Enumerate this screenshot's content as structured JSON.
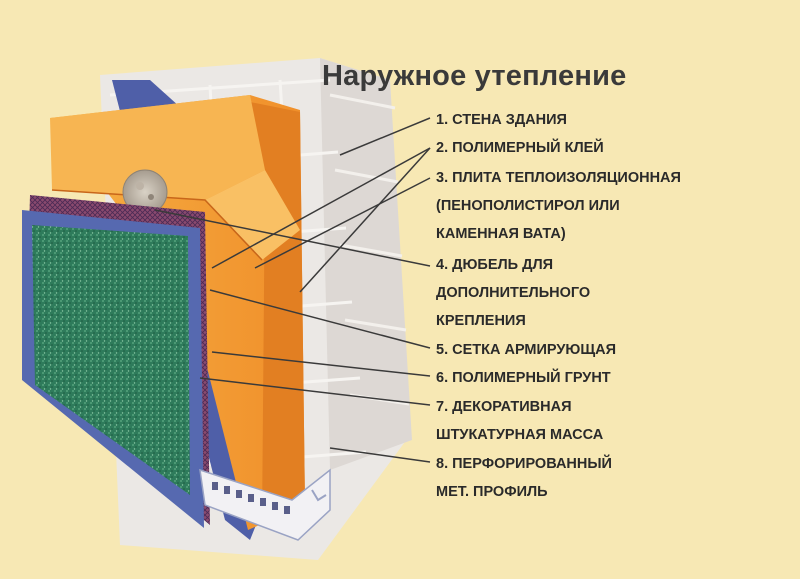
{
  "title": "Наружное утепление",
  "legend": [
    {
      "lines": [
        "1. СТЕНА ЗДАНИЯ"
      ]
    },
    {
      "lines": [
        "2. ПОЛИМЕРНЫЙ КЛЕЙ"
      ]
    },
    {
      "lines": [
        "3. ПЛИТА ТЕПЛОИЗОЛЯЦИОННАЯ",
        "(ПЕНОПОЛИСТИРОЛ ИЛИ",
        "КАМЕННАЯ ВАТА)"
      ]
    },
    {
      "lines": [
        "4. ДЮБЕЛЬ ДЛЯ",
        "ДОПОЛНИТЕЛЬНОГО",
        "КРЕПЛЕНИЯ"
      ]
    },
    {
      "lines": [
        "5. СЕТКА АРМИРУЮЩАЯ"
      ]
    },
    {
      "lines": [
        "6. ПОЛИМЕРНЫЙ ГРУНТ"
      ]
    },
    {
      "lines": [
        "7. ДЕКОРАТИВНАЯ",
        "ШТУКАТУРНАЯ МАССА"
      ]
    },
    {
      "lines": [
        "8. ПЕРФОРИРОВАННЫЙ",
        "МЕТ. ПРОФИЛЬ"
      ]
    }
  ],
  "colors": {
    "background": "#f7e8b4",
    "brick_wall": "#e9e6e2",
    "insulation": "#f4a23c",
    "adhesive": "#5a6bb0",
    "mesh": "#7a3f7a",
    "plaster": "#2f7a5a",
    "leader_lines": "#3a3a3a"
  }
}
